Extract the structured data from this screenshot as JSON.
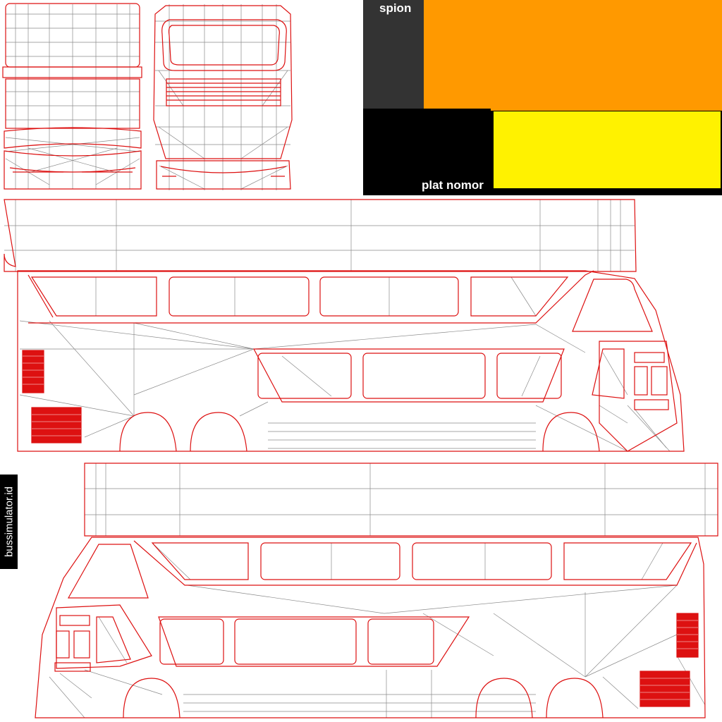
{
  "template": {
    "labels": {
      "mirror": "spion",
      "license_plate": "plat nomor"
    },
    "watermark": "bussimulator.id"
  },
  "colors": {
    "background": "#ffffff",
    "outline": "#dd1111",
    "wire": "#8a8a8a",
    "mirror_dark": "#333333",
    "mirror_orange": "#ff9900",
    "plate_black": "#000000",
    "plate_yellow": "#fff200",
    "watermark_bg": "#000000",
    "label_text": "#ffffff"
  },
  "icons": [
    "bus-top-view-uv",
    "bus-front-view-uv",
    "bus-left-side-uv",
    "bus-right-side-uv"
  ]
}
